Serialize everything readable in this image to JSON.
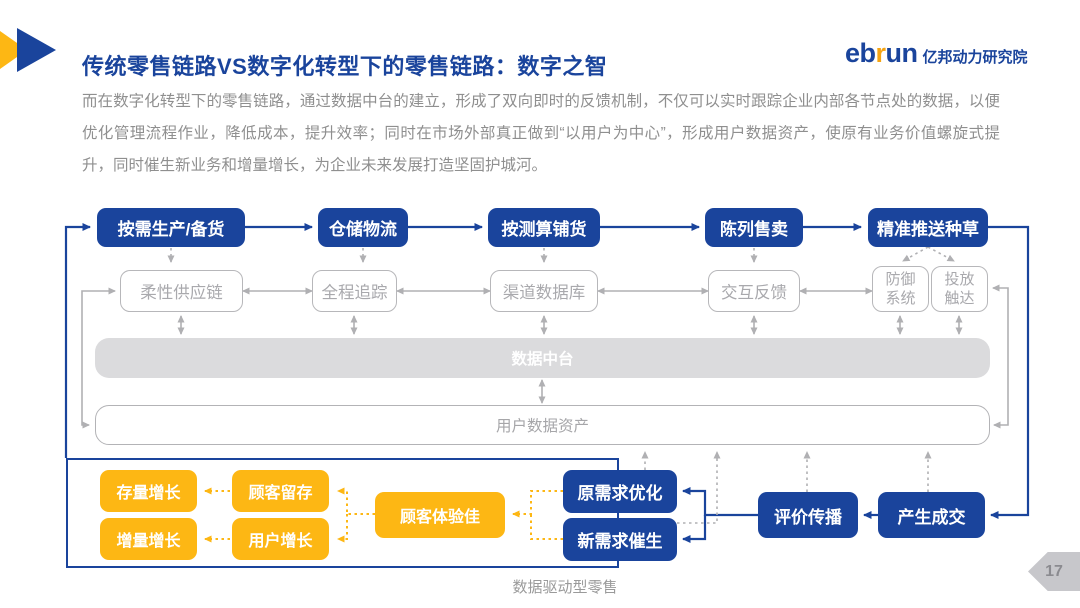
{
  "header": {
    "title": "传统零售链路VS数字化转型下的零售链路：数字之智",
    "logo": {
      "eb": "eb",
      "r": "r",
      "un": "un",
      "cn": "亿邦动力研究院"
    }
  },
  "intro": "而在数字化转型下的零售链路，通过数据中台的建立，形成了双向即时的反馈机制，不仅可以实时跟踪企业内部各节点处的数据，以便优化管理流程作业，降低成本，提升效率；同时在市场外部真正做到“以用户为中心”，形成用户数据资产，使原有业务价值螺旋式提升，同时催生新业务和增量增长，为企业未来发展打造坚固护城河。",
  "colors": {
    "navy": "#1a449c",
    "yellow": "#fdb714",
    "gray_line": "#b0b0b3",
    "bar_fill": "#dbdbdd"
  },
  "flow": {
    "top_row": [
      "按需生产/备货",
      "仓储物流",
      "按测算铺货",
      "陈列售卖",
      "精准推送种草"
    ],
    "middle_row": [
      "柔性供应链",
      "全程追踪",
      "渠道数据库",
      "交互反馈",
      "防御系统",
      "投放触达"
    ],
    "data_platform": "数据中台",
    "user_data_asset": "用户数据资产",
    "growth_boxes": [
      "存量增长",
      "顾客留存",
      "增量增长",
      "用户增长"
    ],
    "experience_box": "顾客体验佳",
    "demand_boxes": [
      "原需求优化",
      "新需求催生"
    ],
    "spread_box": "评价传播",
    "deal_box": "产生成交",
    "bottom_label": "数据驱动型零售"
  },
  "page_number": "17"
}
